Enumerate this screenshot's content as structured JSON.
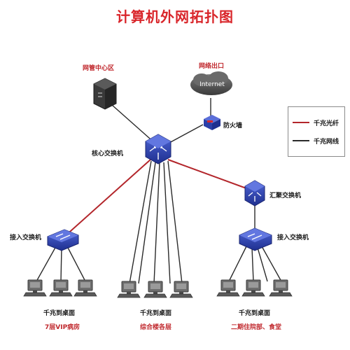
{
  "diagram": {
    "title": "计算机外网拓扑图",
    "nodes": {
      "management_zone": "网管中心区",
      "network_exit": "网络出口",
      "internet": "Internet",
      "firewall": "防火墙",
      "core_switch": "核心交换机",
      "aggregation_switch": "汇聚交换机",
      "access_switch_left": "接入交换机",
      "access_switch_right": "接入交换机"
    },
    "groups": [
      {
        "line1": "千兆到桌面",
        "line2": "7层VIP病房"
      },
      {
        "line1": "千兆到桌面",
        "line2": "综合楼各层"
      },
      {
        "line1": "千兆到桌面",
        "line2": "二期住院部、食堂"
      }
    ],
    "legend": {
      "fiber": "千兆光纤",
      "copper": "千兆网线"
    },
    "colors": {
      "title": "#d9262b",
      "fiber": "#b3262b",
      "copper": "#2a2a2a",
      "switch": "#2b3fa8"
    }
  }
}
